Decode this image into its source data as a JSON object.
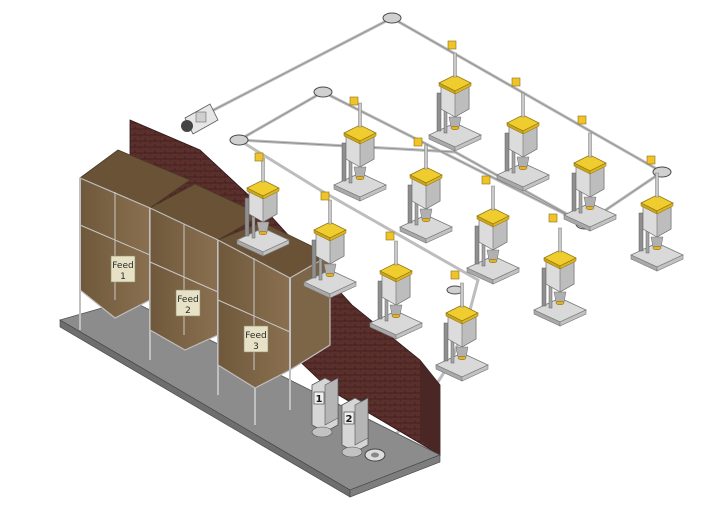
{
  "bins": [
    {
      "label_line1": "Feed",
      "label_line2": "1"
    },
    {
      "label_line1": "Feed",
      "label_line2": "2"
    },
    {
      "label_line1": "Feed",
      "label_line2": "3"
    }
  ],
  "dosers": [
    {
      "label": "1"
    },
    {
      "label": "2"
    }
  ],
  "colors": {
    "bin_fill": "#7a6244",
    "bin_frame": "#b9b9b9",
    "floor": "#8c8c8c",
    "brick": "#5b2f2c",
    "pipe": "#c7c7c7",
    "feeder_lid": "#e7c227",
    "feeder_body": "#d8d8d8"
  }
}
